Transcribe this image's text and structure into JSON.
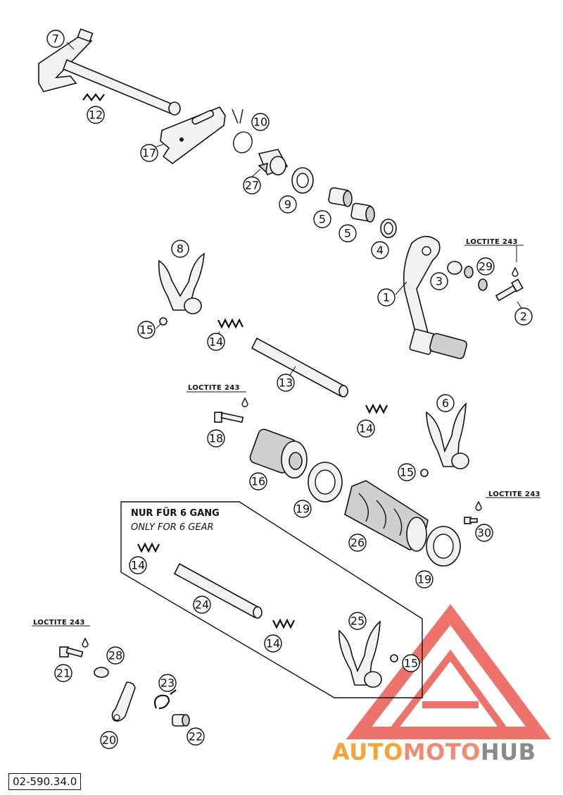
{
  "doc_code": "02-590.34.0",
  "brand": {
    "auto": "AUTO",
    "moto": "MOTO",
    "hub": "HUB",
    "color_auto": "#f4a43a",
    "color_moto": "#f08b72",
    "color_hub": "#8a8a8a",
    "logo_color": "#e8443a"
  },
  "panel": {
    "title": "NUR FÜR 6 GANG",
    "subtitle": "ONLY FOR 6 GEAR"
  },
  "loctite": [
    "LOCTITE 243",
    "LOCTITE 243",
    "LOCTITE 243",
    "LOCTITE 243"
  ],
  "callouts": [
    "7",
    "12",
    "10",
    "17",
    "27",
    "9",
    "5",
    "5",
    "4",
    "8",
    "1",
    "3",
    "29",
    "2",
    "15",
    "14",
    "13",
    "6",
    "18",
    "14",
    "15",
    "16",
    "19",
    "26",
    "30",
    "14",
    "19",
    "24",
    "25",
    "14",
    "15",
    "21",
    "28",
    "23",
    "20",
    "22"
  ]
}
